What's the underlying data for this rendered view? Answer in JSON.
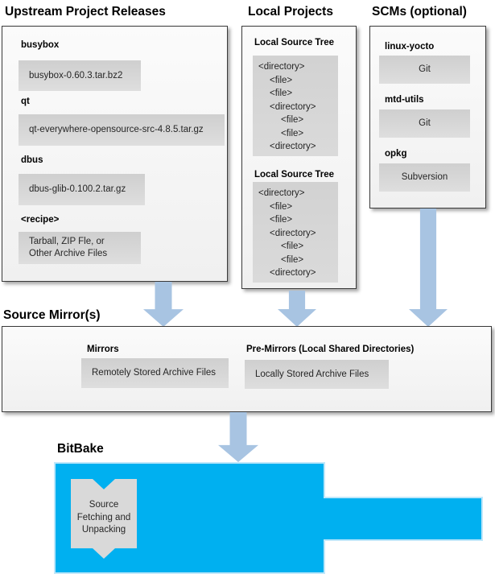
{
  "upstream": {
    "title": "Upstream Project Releases",
    "items": [
      {
        "label": "busybox",
        "file": "busybox-0.60.3.tar.bz2"
      },
      {
        "label": "qt",
        "file": "qt-everywhere-opensource-src-4.8.5.tar.gz"
      },
      {
        "label": "dbus",
        "file": "dbus-glib-0.100.2.tar.gz"
      },
      {
        "label": "<recipe>",
        "file": "Tarball, ZIP Fle, or\nOther Archive Files"
      }
    ]
  },
  "local": {
    "title": "Local Projects",
    "tree_label": "Local Source Tree",
    "tree_lines": [
      {
        "text": "<directory>",
        "level": 0
      },
      {
        "text": "<file>",
        "level": 1
      },
      {
        "text": "<file>",
        "level": 1
      },
      {
        "text": "<directory>",
        "level": 1
      },
      {
        "text": "<file>",
        "level": 2
      },
      {
        "text": "<file>",
        "level": 2
      },
      {
        "text": "<directory>",
        "level": 1
      }
    ]
  },
  "scms": {
    "title": "SCMs (optional)",
    "items": [
      {
        "label": "linux-yocto",
        "scm": "Git"
      },
      {
        "label": "mtd-utils",
        "scm": "Git"
      },
      {
        "label": "opkg",
        "scm": "Subversion"
      }
    ]
  },
  "mirrors": {
    "title": "Source Mirror(s)",
    "sections": [
      {
        "label": "Mirrors",
        "value": "Remotely Stored Archive Files"
      },
      {
        "label": "Pre-Mirrors (Local Shared Directories)",
        "value": "Locally Stored Archive Files"
      }
    ]
  },
  "bitbake": {
    "title": "BitBake",
    "process": "Source\nFetching and\nUnpacking"
  },
  "colors": {
    "bitbake_blue": "#00B0F0",
    "bitbake_edge": "#bfe7fa",
    "arrow_blue": "#A8C4E2",
    "chip_gray": "#D9D9D9"
  }
}
